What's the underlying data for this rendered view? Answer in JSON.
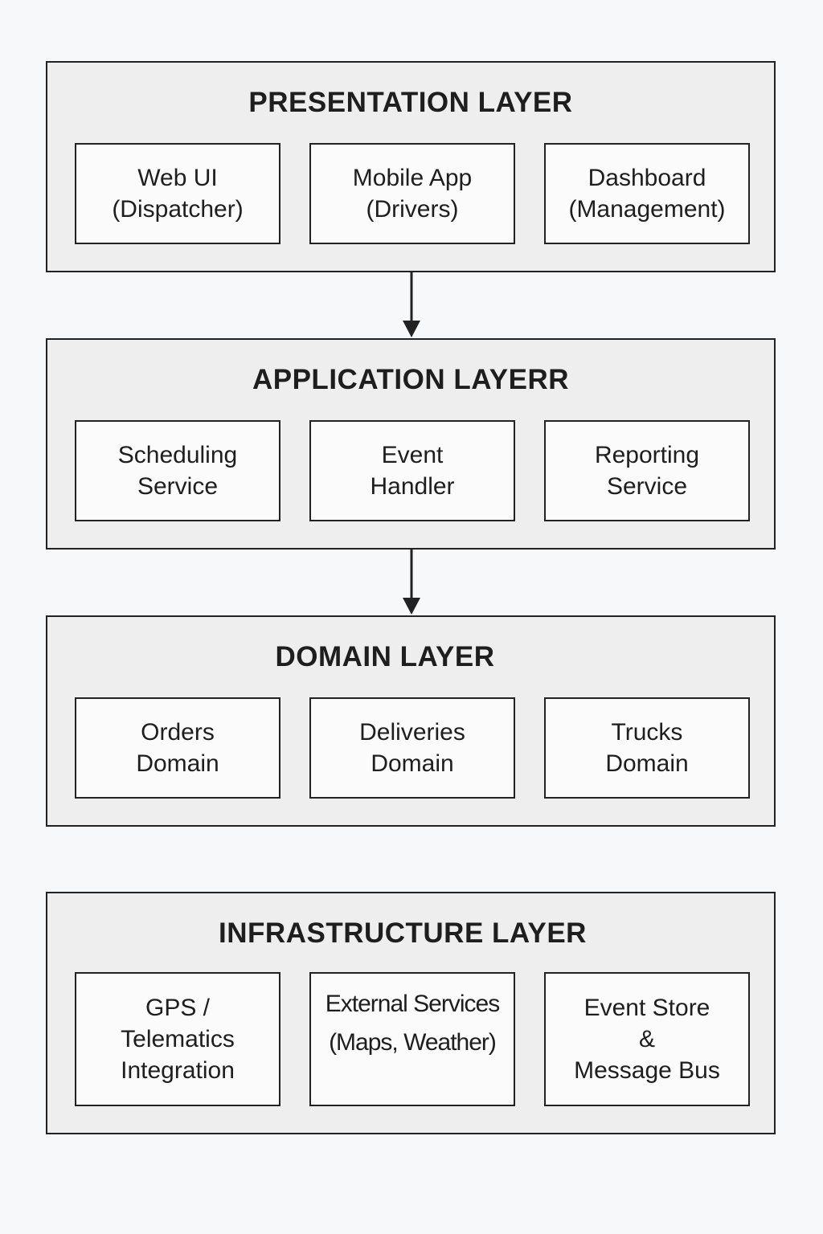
{
  "layers": [
    {
      "title": "PRESENTATION LAYER",
      "boxes": [
        {
          "line1": "Web UI",
          "line2": "(Dispatcher)"
        },
        {
          "line1": "Mobile App",
          "line2": "(Drivers)"
        },
        {
          "line1": "Dashboard",
          "line2": "(Management)"
        }
      ]
    },
    {
      "title": "APPLICATION LAYERR",
      "boxes": [
        {
          "line1": "Scheduling",
          "line2": "Service"
        },
        {
          "line1": "Event",
          "line2": "Handler"
        },
        {
          "line1": "Reporting",
          "line2": "Service"
        }
      ]
    },
    {
      "title": "DOMAIN LAYER",
      "boxes": [
        {
          "line1": "Orders",
          "line2": "Domain"
        },
        {
          "line1": "Deliveries",
          "line2": "Domain"
        },
        {
          "line1": "Trucks",
          "line2": "Domain"
        }
      ]
    },
    {
      "title": "INFRASTRUCTURE LAYER",
      "boxes": [
        {
          "line1": "GPS /",
          "line2": "Telematics",
          "line3": "Integration"
        },
        {
          "line1": "External Services",
          "line2": "(Maps, Weather)"
        },
        {
          "line1": "Event Store",
          "line2": "&",
          "line3": "Message Bus"
        }
      ]
    }
  ],
  "colors": {
    "background": "#f7f8f9",
    "layer_fill": "#eeeeee",
    "box_fill": "#fbfbfb",
    "stroke": "#222222"
  }
}
